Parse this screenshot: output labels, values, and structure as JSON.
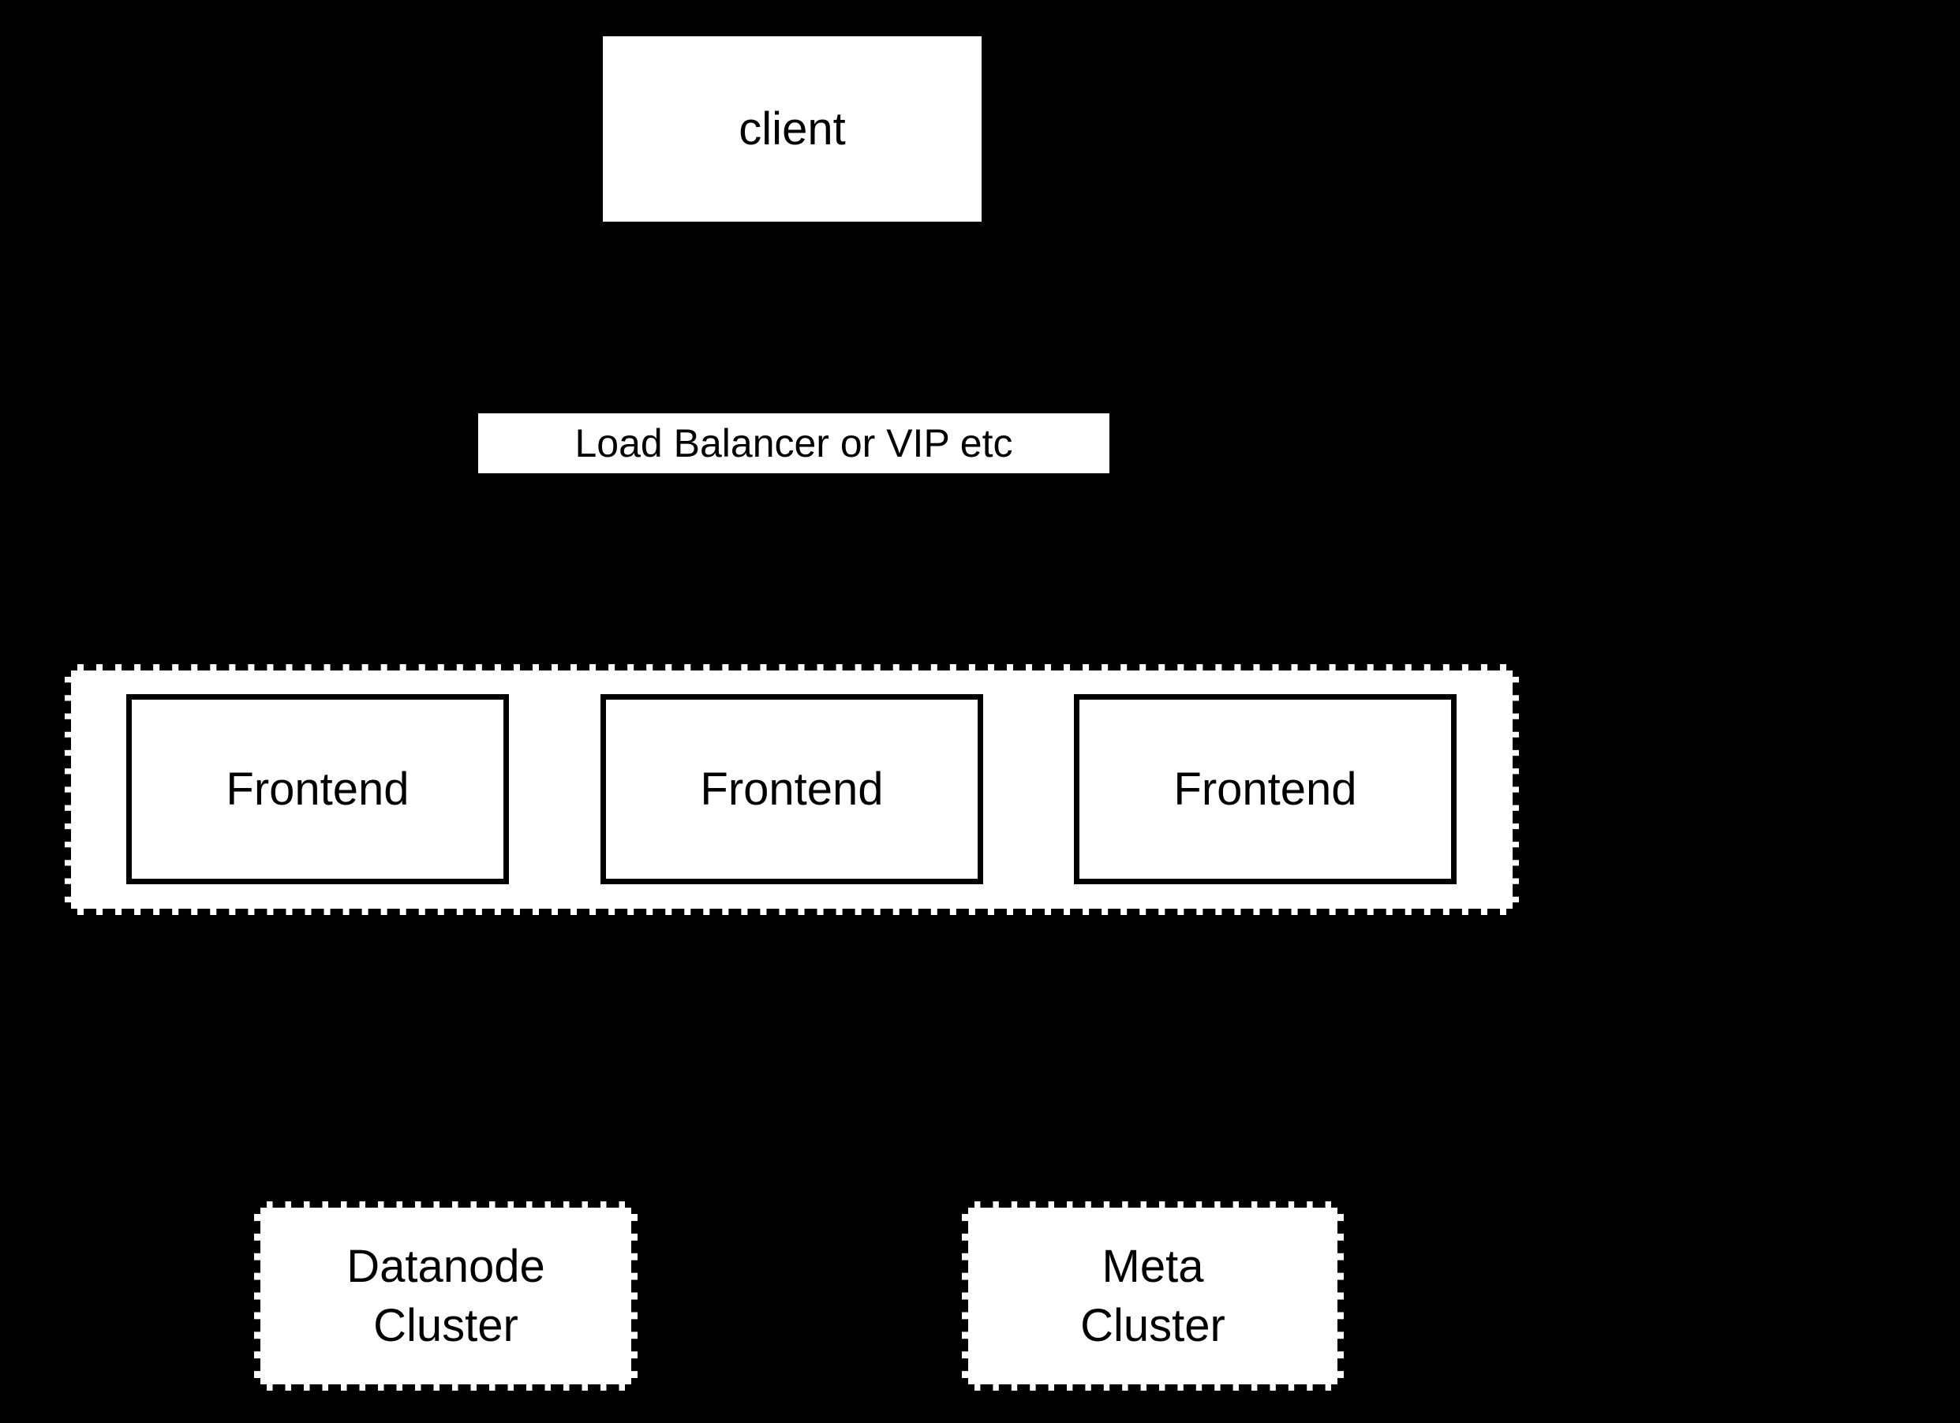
{
  "diagram": {
    "background_color": "#000000",
    "node_fill_color": "#ffffff",
    "line_color": "#000000",
    "nodes": {
      "client": {
        "label": "client"
      },
      "load_balancer": {
        "label": "Load Balancer or VIP etc"
      },
      "frontend_group": {
        "border_style": "dashed",
        "frontends": [
          {
            "label": "Frontend"
          },
          {
            "label": "Frontend"
          },
          {
            "label": "Frontend"
          }
        ]
      },
      "datanode_cluster": {
        "label": "Datanode\nCluster",
        "border_style": "dashed"
      },
      "meta_cluster": {
        "label": "Meta\nCluster",
        "border_style": "dashed"
      }
    }
  }
}
